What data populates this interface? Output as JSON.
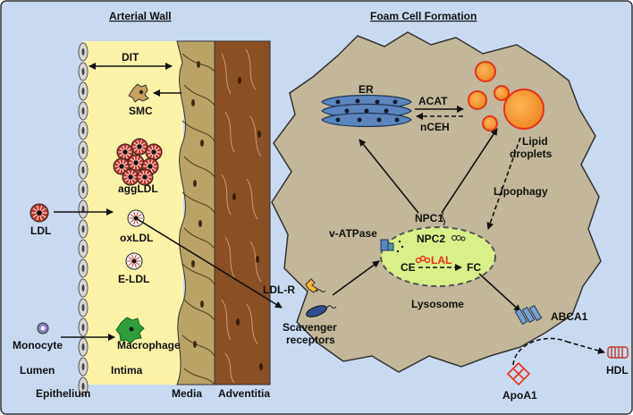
{
  "panels": {
    "left_title": "Arterial Wall",
    "right_title": "Foam Cell Formation"
  },
  "left": {
    "dit": "DIT",
    "smc": "SMC",
    "agg_ldl": "aggLDL",
    "ldl": "LDL",
    "ox_ldl": "oxLDL",
    "e_ldl": "E-LDL",
    "monocyte": "Monocyte",
    "macrophage": "Macrophage",
    "lumen": "Lumen",
    "intima": "Intima",
    "epithelium": "Epithelium",
    "media": "Media",
    "adventitia": "Adventitia"
  },
  "right": {
    "er": "ER",
    "acat": "ACAT",
    "nceh": "nCEH",
    "lipid_droplets_1": "Lipid",
    "lipid_droplets_2": "droplets",
    "lipophagy": "Lipophagy",
    "npc1": "NPC1",
    "npc2": "NPC2",
    "v_atpase": "v-ATPase",
    "lal": "LAL",
    "ce": "CE",
    "fc": "FC",
    "lysosome": "Lysosome",
    "ldl_r": "LDL-R",
    "scavenger_1": "Scavenger",
    "scavenger_2": "receptors",
    "abca1": "ABCA1",
    "hdl": "HDL",
    "apoa1": "ApoA1"
  },
  "colors": {
    "background": "#c9daf0",
    "intima": "#fbf4a8",
    "media": "#b9a466",
    "adventitia": "#8a4f22",
    "cell": "#c2b79a",
    "lysosome": "#d9ef8a",
    "er": "#5b86bf",
    "droplet": "#f5a33a",
    "droplet_edge": "#e8321e",
    "ldl_red": "#c0392b",
    "macrophage": "#2e9e3a",
    "monocyte": "#8b7fc4"
  }
}
